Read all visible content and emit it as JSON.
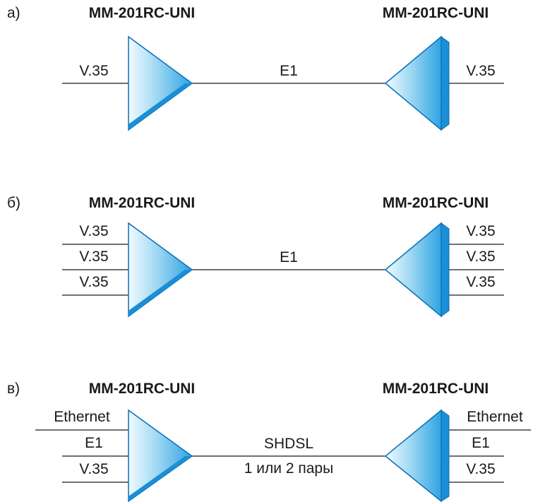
{
  "panels": [
    {
      "letter": "а)",
      "left_device": "MM-201RC-UNI",
      "right_device": "MM-201RC-UNI",
      "left_ports": [
        "V.35"
      ],
      "right_ports": [
        "V.35"
      ],
      "link_labels": [
        "E1"
      ]
    },
    {
      "letter": "б)",
      "left_device": "MM-201RC-UNI",
      "right_device": "MM-201RC-UNI",
      "left_ports": [
        "V.35",
        "V.35",
        "V.35"
      ],
      "right_ports": [
        "V.35",
        "V.35",
        "V.35"
      ],
      "link_labels": [
        "E1"
      ]
    },
    {
      "letter": "в)",
      "left_device": "MM-201RC-UNI",
      "right_device": "MM-201RC-UNI",
      "left_ports": [
        "Ethernet",
        "E1",
        "V.35"
      ],
      "right_ports": [
        "Ethernet",
        "E1",
        "V.35"
      ],
      "link_labels": [
        "SHDSL",
        "1 или 2 пары"
      ]
    }
  ],
  "colors": {
    "device_light": "#e6f6fd",
    "device_dark": "#1a8fd6",
    "device_edge": "#0a6fb5",
    "line": "#1a1a1a"
  }
}
